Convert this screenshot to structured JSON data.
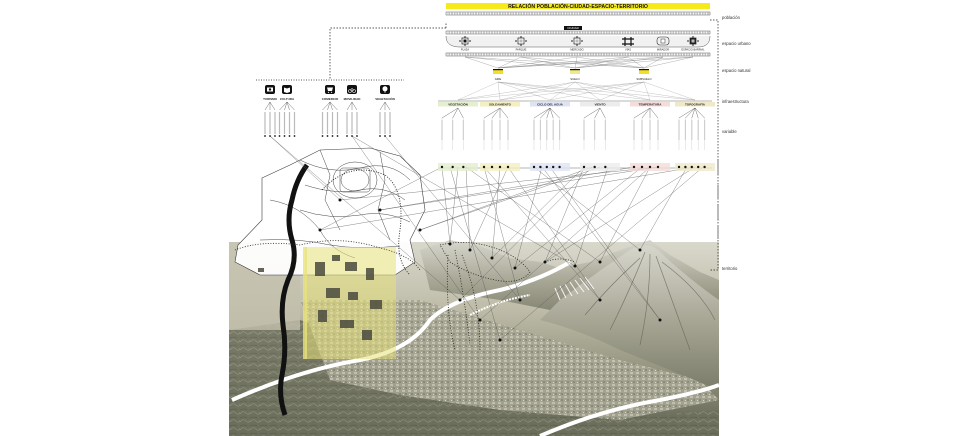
{
  "header": {
    "title": "RELACIÓN POBLACIÓN-CIUDAD-ESPACIO-TERRITORIO",
    "tag": "CIUDAD"
  },
  "side_labels": [
    {
      "key": "poblacion",
      "text": "población"
    },
    {
      "key": "espacio_urbano",
      "text": "espacio urbano"
    },
    {
      "key": "espacio_natural",
      "text": "espacio natural"
    },
    {
      "key": "infraestructura",
      "text": "infraestructura"
    },
    {
      "key": "variable",
      "text": "variable"
    },
    {
      "key": "territorio",
      "text": "territorio"
    }
  ],
  "space_types": [
    {
      "label": "PLAZA"
    },
    {
      "label": "PARQUE"
    },
    {
      "label": "MERCADO"
    },
    {
      "label": "VÍAS"
    },
    {
      "label": "MIRADOR"
    },
    {
      "label": "ESPACIO BARRIAL"
    }
  ],
  "mediums": [
    {
      "label": "AIRE",
      "color": "#f2df2b"
    },
    {
      "label": "SUELO",
      "color": "#efe98a"
    },
    {
      "label": "SUBSUELO",
      "color": "#f2df2b"
    }
  ],
  "variables": [
    {
      "label": "VEGETACIÓN",
      "color": "#e4efcf"
    },
    {
      "label": "SOLEAMIENTO",
      "color": "#f4efc2"
    },
    {
      "label": "CICLO DEL AGUA",
      "color": "#dde3f3"
    },
    {
      "label": "VIENTO",
      "color": "#ececec"
    },
    {
      "label": "TEMPERATURA",
      "color": "#f4dcd8"
    },
    {
      "label": "TOPOGRAFÍA",
      "color": "#efe9c8"
    }
  ],
  "activities": [
    {
      "label": "TURISMO",
      "icon": "camera-icon"
    },
    {
      "label": "CULTURA",
      "icon": "book-icon"
    },
    {
      "label": "COMERCIO",
      "icon": "cart-icon"
    },
    {
      "label": "MOVILIDAD",
      "icon": "bicycle-icon"
    },
    {
      "label": "VEGETACIÓN",
      "icon": "tree-icon"
    }
  ],
  "colors": {
    "accent_yellow": "#f7ea1a",
    "highlight_zone": "#e8e27a",
    "terrain_dark": "#6f705f",
    "terrain_light": "#c9c7b4",
    "river": "#111111"
  }
}
